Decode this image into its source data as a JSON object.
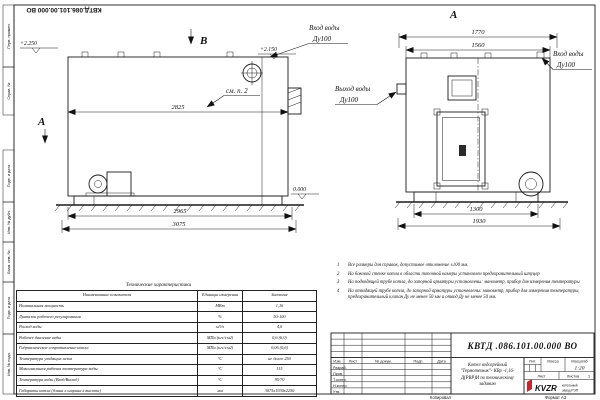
{
  "sheet": {
    "top_doc_number": "КВТД.086.101.00.000 ВО",
    "kopiroval": "Копировал",
    "format": "Формат А3",
    "left_stamps": [
      "Перв. примен.",
      "Справ. №",
      "Подп. и дата",
      "Инв. № дубл.",
      "Взам. инв. №",
      "Подп. и дата",
      "Инв. № подл."
    ]
  },
  "left_view": {
    "view_label": "В",
    "section_label": "А",
    "elev_top_left": "+2.250",
    "elev_top_right": "+2.150",
    "elev_zero": "0.000",
    "dim_body": "2825",
    "dim_mid": "2965",
    "dim_overall": "3075",
    "note_ref": "см. п. 2",
    "inlet_line1": "Вход воды",
    "inlet_line2": "Ду100"
  },
  "right_view": {
    "view_label": "А",
    "dim_top_outer": "1770",
    "dim_top_inner": "1560",
    "dim_base_inner": "1300",
    "dim_base_outer": "1930",
    "inlet_line1": "Вход воды",
    "inlet_line2": "Ду100",
    "outlet_line1": "Выход воды",
    "outlet_line2": "Ду100"
  },
  "notes": {
    "items": [
      {
        "n": "1",
        "text": "Все размеры для справок, допустимое отклонение ±100 мм."
      },
      {
        "n": "2",
        "text": "На боковой стенке котла в области топочной камеры установлен предохранительный штуцер"
      },
      {
        "n": "3",
        "text": "На подводящей трубе котла, до запорной арматуры установлены: манометр, прибор для измерения температуры"
      },
      {
        "n": "4",
        "text": "На отводящей трубе котла, до запорной арматуры установлены: манометр, прибор для измерения температуры, предохранительный клапан Ду не менее 50 мм и отвод Ду не менее 50 мм."
      }
    ]
  },
  "table": {
    "title": "Технические характеристики",
    "headers": {
      "name": "Наименование показателя",
      "unit": "Единицы измерения",
      "value": "Значение"
    },
    "rows": [
      {
        "name": "Номинальная мощность",
        "unit": "МВт",
        "value": "1,16"
      },
      {
        "name": "Диапазон рабочего регулирования",
        "unit": "%",
        "value": "50-100"
      },
      {
        "name": "Расход воды",
        "unit": "м3/ч",
        "value": "4,0"
      },
      {
        "name": "Рабочее давление воды",
        "unit": "МПа (кгс/см2)",
        "value": "0,6 (6,0)"
      },
      {
        "name": "Гидравлическое сопротивление котла",
        "unit": "МПа (кгс/см2)",
        "value": "0,06 (0,6)"
      },
      {
        "name": "Температура уходящих газов",
        "unit": "°С",
        "value": "не более 250"
      },
      {
        "name": "Максимальная рабочая температура воды",
        "unit": "°С",
        "value": "115"
      },
      {
        "name": "Температура воды (Вход/Выход)",
        "unit": "°С",
        "value": "95/70"
      },
      {
        "name": "Габариты котла (длина х ширина х высота)",
        "unit": "мм",
        "value": "3075х1930х2250"
      }
    ]
  },
  "title_block": {
    "doc_number": "КВТД .086.101.00.000  ВО",
    "description": "Котел водогрейный \"Термотехник\"- КВр -1,16- Д(РВР)И по техническому заданию",
    "col_izm": "Изм.",
    "col_list": "Лист",
    "col_doc": "№ докум.",
    "col_podp": "Подп.",
    "col_data": "Дата",
    "roles": [
      "Разраб.",
      "Пров.",
      "Т.контр.",
      "Н.контр.",
      "Утв."
    ],
    "lit_label": "Лит.",
    "mass_label": "Масса",
    "scale_label": "Масштаб",
    "scale_value": "1:20",
    "sheet_label": "Лист",
    "sheets_label": "Листов",
    "sheets_value": "1",
    "logo_text": "KVZR",
    "logo_sub1": "котельный",
    "logo_sub2": "завод РЭП"
  }
}
